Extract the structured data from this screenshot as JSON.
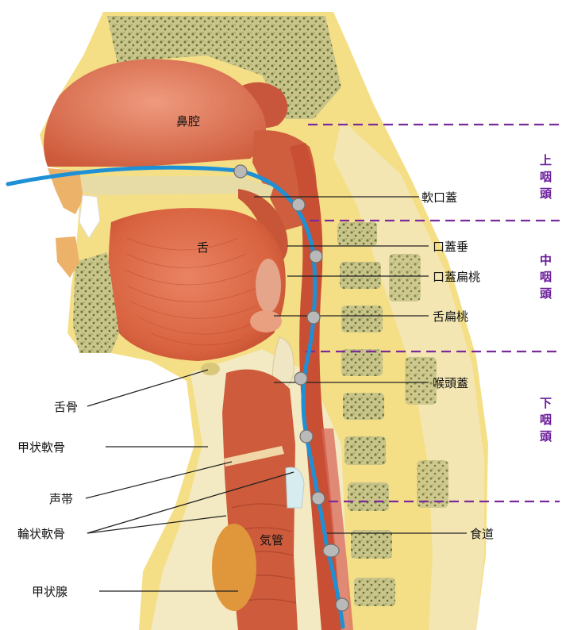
{
  "labels": {
    "nasal_cavity": "鼻腔",
    "tongue": "舌",
    "trachea": "気管",
    "soft_palate": "軟口蓋",
    "uvula": "口蓋垂",
    "palatine_tonsil": "口蓋扁桃",
    "lingual_tonsil": "舌扁桃",
    "epiglottis": "喉頭蓋",
    "esophagus": "食道",
    "hyoid_bone": "舌骨",
    "thyroid_cartilage": "甲状軟骨",
    "vocal_cord": "声帯",
    "cricoid_cartilage": "輪状軟骨",
    "thyroid_gland": "甲状腺"
  },
  "regions": {
    "upper_pharynx": [
      "上",
      "咽",
      "頭"
    ],
    "middle_pharynx": [
      "中",
      "咽",
      "頭"
    ],
    "lower_pharynx": [
      "下",
      "咽",
      "頭"
    ]
  },
  "colors": {
    "path": "#1e90d6",
    "divider": "#7b2a9a",
    "region_text": "#6a1b9a",
    "marker": "#b9b9b9",
    "tissue": "#d9603f",
    "bone": "#f0d27a"
  }
}
